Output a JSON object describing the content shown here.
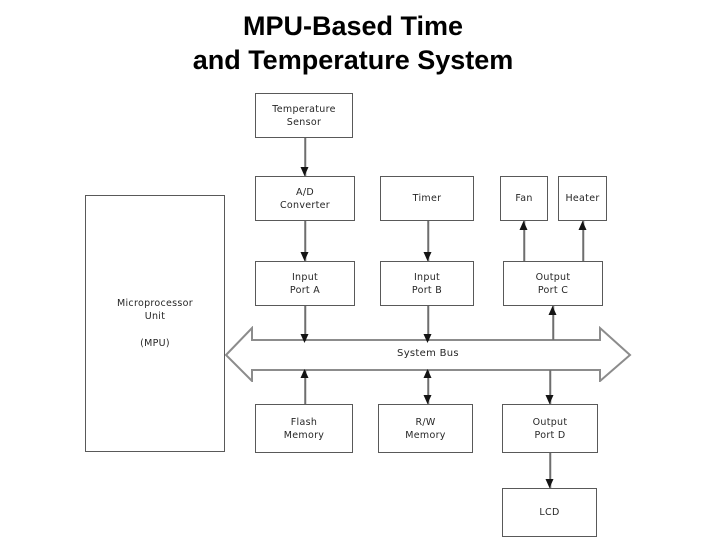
{
  "title": {
    "line1": "MPU-Based Time",
    "line2": "and Temperature System"
  },
  "nodes": {
    "temp_sensor": {
      "label": "Temperature\nSensor"
    },
    "ad_converter": {
      "label": "A/D\nConverter"
    },
    "timer": {
      "label": "Timer"
    },
    "fan": {
      "label": "Fan"
    },
    "heater": {
      "label": "Heater"
    },
    "input_a": {
      "label": "Input\nPort A"
    },
    "input_b": {
      "label": "Input\nPort B"
    },
    "output_c": {
      "label": "Output\nPort C"
    },
    "mpu": {
      "label": "Microprocessor\nUnit",
      "sublabel": "(MPU)"
    },
    "flash": {
      "label": "Flash\nMemory"
    },
    "rw_memory": {
      "label": "R/W\nMemory"
    },
    "output_d": {
      "label": "Output\nPort D"
    },
    "lcd": {
      "label": "LCD"
    }
  },
  "bus": {
    "label": "System Bus"
  },
  "colors": {
    "background": "#ffffff",
    "title-color": "#000000",
    "box-border": "#595959",
    "box-text": "#262626",
    "line-color": "#6e6e6e",
    "arrow-color": "#141414",
    "bus-stroke": "#8c8c8c"
  }
}
